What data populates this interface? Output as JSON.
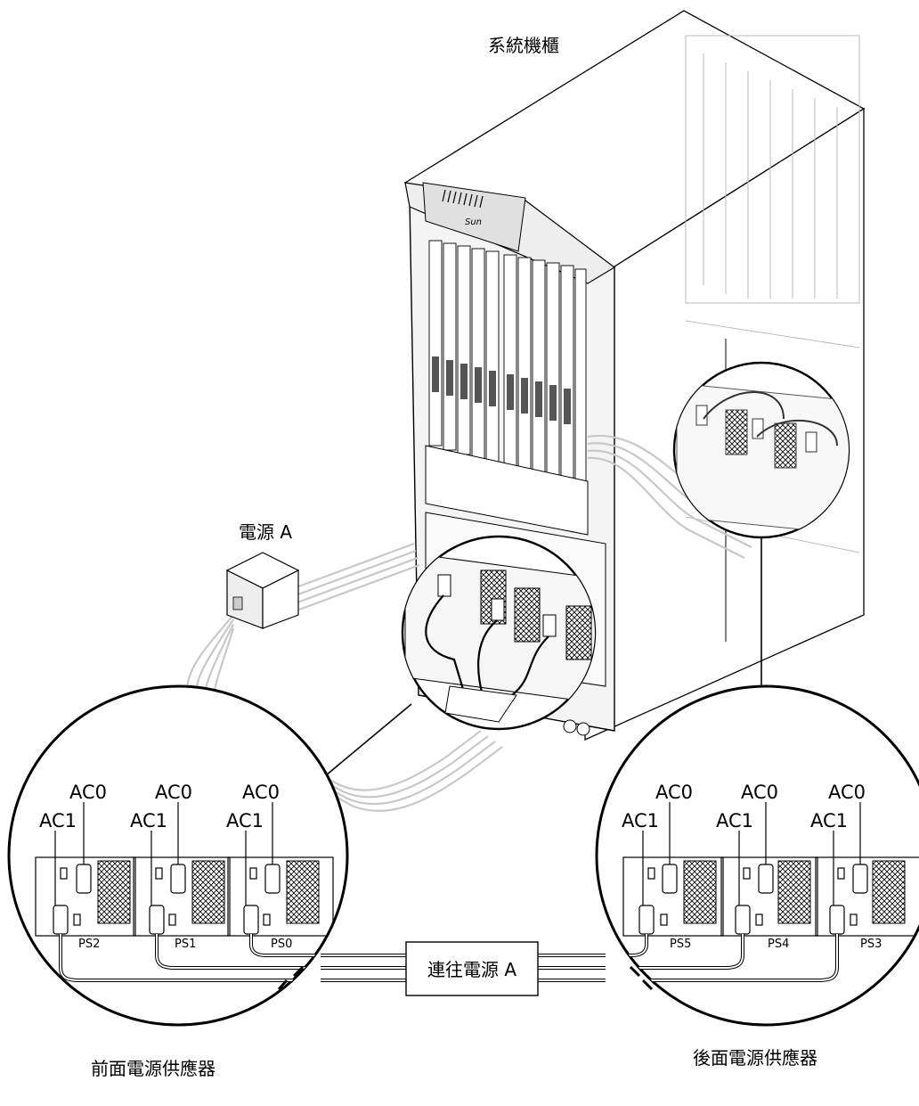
{
  "labels": {
    "system_cabinet": "系統機櫃",
    "power_source": "電源 A",
    "to_power": "連往電源 A",
    "front_supplies": "前面電源供應器",
    "rear_supplies": "後面電源供應器",
    "logo": "Sun"
  },
  "front_units": [
    {
      "ps": "PS2",
      "ac0": "AC0",
      "ac1": "AC1"
    },
    {
      "ps": "PS1",
      "ac0": "AC0",
      "ac1": "AC1"
    },
    {
      "ps": "PS0",
      "ac0": "AC0",
      "ac1": "AC1"
    }
  ],
  "rear_units": [
    {
      "ps": "PS5",
      "ac0": "AC0",
      "ac1": "AC1"
    },
    {
      "ps": "PS4",
      "ac0": "AC0",
      "ac1": "AC1"
    },
    {
      "ps": "PS3",
      "ac0": "AC0",
      "ac1": "AC1"
    }
  ]
}
